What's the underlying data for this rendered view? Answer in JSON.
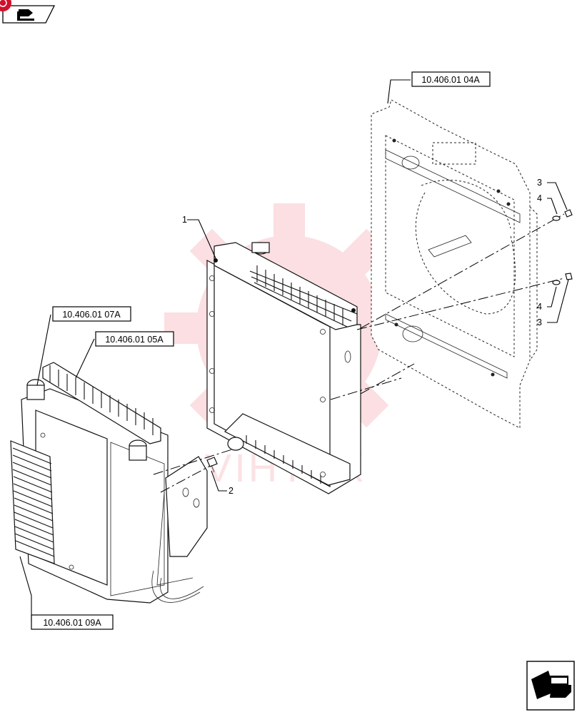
{
  "references": [
    {
      "id": "ref-frame",
      "label": "10.406.01 04A"
    },
    {
      "id": "ref-intercooler",
      "label": "10.406.01 07A"
    },
    {
      "id": "ref-condenser",
      "label": "10.406.01 05A"
    },
    {
      "id": "ref-oil-cooler",
      "label": "10.406.01 09A"
    }
  ],
  "callouts": {
    "radiator": "1",
    "bolt": "2",
    "screw_upper": "3",
    "washer_upper": "4",
    "washer_lower": "4",
    "screw_lower": "3"
  },
  "watermark": "VIHTEX",
  "colors": {
    "line": "#000000",
    "watermark": "#e8283a",
    "badge": "#d0112b"
  },
  "icons": {
    "top_left": "manual-book-icon",
    "bottom_right": "previous-page-arrow-icon"
  }
}
